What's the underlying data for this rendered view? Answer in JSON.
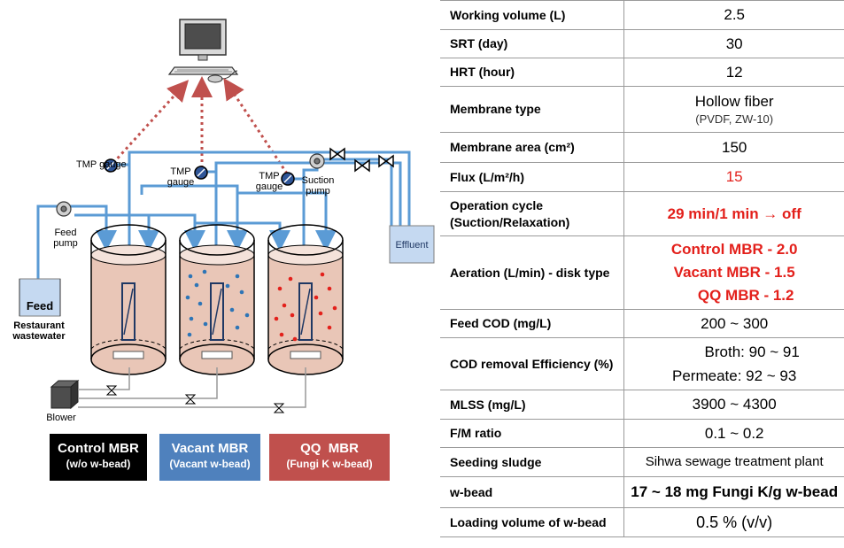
{
  "diagram": {
    "labels": {
      "tmp_gauge_1": "TMP gauge",
      "tmp_gauge_2": "TMP gauge",
      "tmp_gauge_3": "TMP gauge",
      "suction_pump": "Suction pump",
      "feed_pump": "Feed pump",
      "effluent": "Effluent",
      "feed": "Feed",
      "restaurant_wastewater": "Restaurant wastewater",
      "blower": "Blower"
    },
    "legend": [
      {
        "title": "Control MBR",
        "subtitle": "(w/o w-bead)",
        "color": "#000000"
      },
      {
        "title": "Vacant MBR",
        "subtitle": "(Vacant w-bead)",
        "color": "#4f81bd"
      },
      {
        "title": "QQ  MBR",
        "subtitle": "(Fungi K w-bead)",
        "color": "#c0504d"
      }
    ],
    "colors": {
      "pipe": "#5b9bd5",
      "sludge": "#e9c6b7",
      "arrow": "#c0504d",
      "feed_tank": "#c5d9f1"
    }
  },
  "table": {
    "rows": [
      {
        "key": "Working volume (L)",
        "value": "2.5"
      },
      {
        "key": "SRT (day)",
        "value": "30"
      },
      {
        "key": "HRT (hour)",
        "value": "12"
      },
      {
        "key": "Membrane type",
        "value": "Hollow fiber",
        "value_sub": "(PVDF, ZW-10)"
      },
      {
        "key": "Membrane area (cm²)",
        "value": "150"
      },
      {
        "key": "Flux (L/m²/h)",
        "value": "15"
      },
      {
        "key": "Operation cycle (Suction/Relaxation)",
        "value": "29 min/1 min → off"
      },
      {
        "key": "Aeration (L/min) - disk type",
        "value_lines": [
          "Control MBR - 2.0",
          "Vacant MBR - 1.5",
          "QQ MBR - 1.2"
        ]
      },
      {
        "key": "Feed COD (mg/L)",
        "value": "200 ~ 300"
      },
      {
        "key": "COD removal Efficiency (%)",
        "value_lines": [
          "Broth: 90 ~ 91",
          "Permeate: 92 ~ 93"
        ]
      },
      {
        "key": "MLSS  (mg/L)",
        "value": "3900 ~ 4300"
      },
      {
        "key": "F/M ratio",
        "value": "0.1 ~ 0.2"
      },
      {
        "key": "Seeding sludge",
        "value": "Sihwa sewage treatment plant"
      },
      {
        "key": "w-bead",
        "value": "17  ~ 18  mg Fungi K/g w-bead"
      },
      {
        "key": "Loading volume of w-bead",
        "value": "0.5 % (v/v)"
      }
    ],
    "highlight_color": "#e3201b"
  }
}
